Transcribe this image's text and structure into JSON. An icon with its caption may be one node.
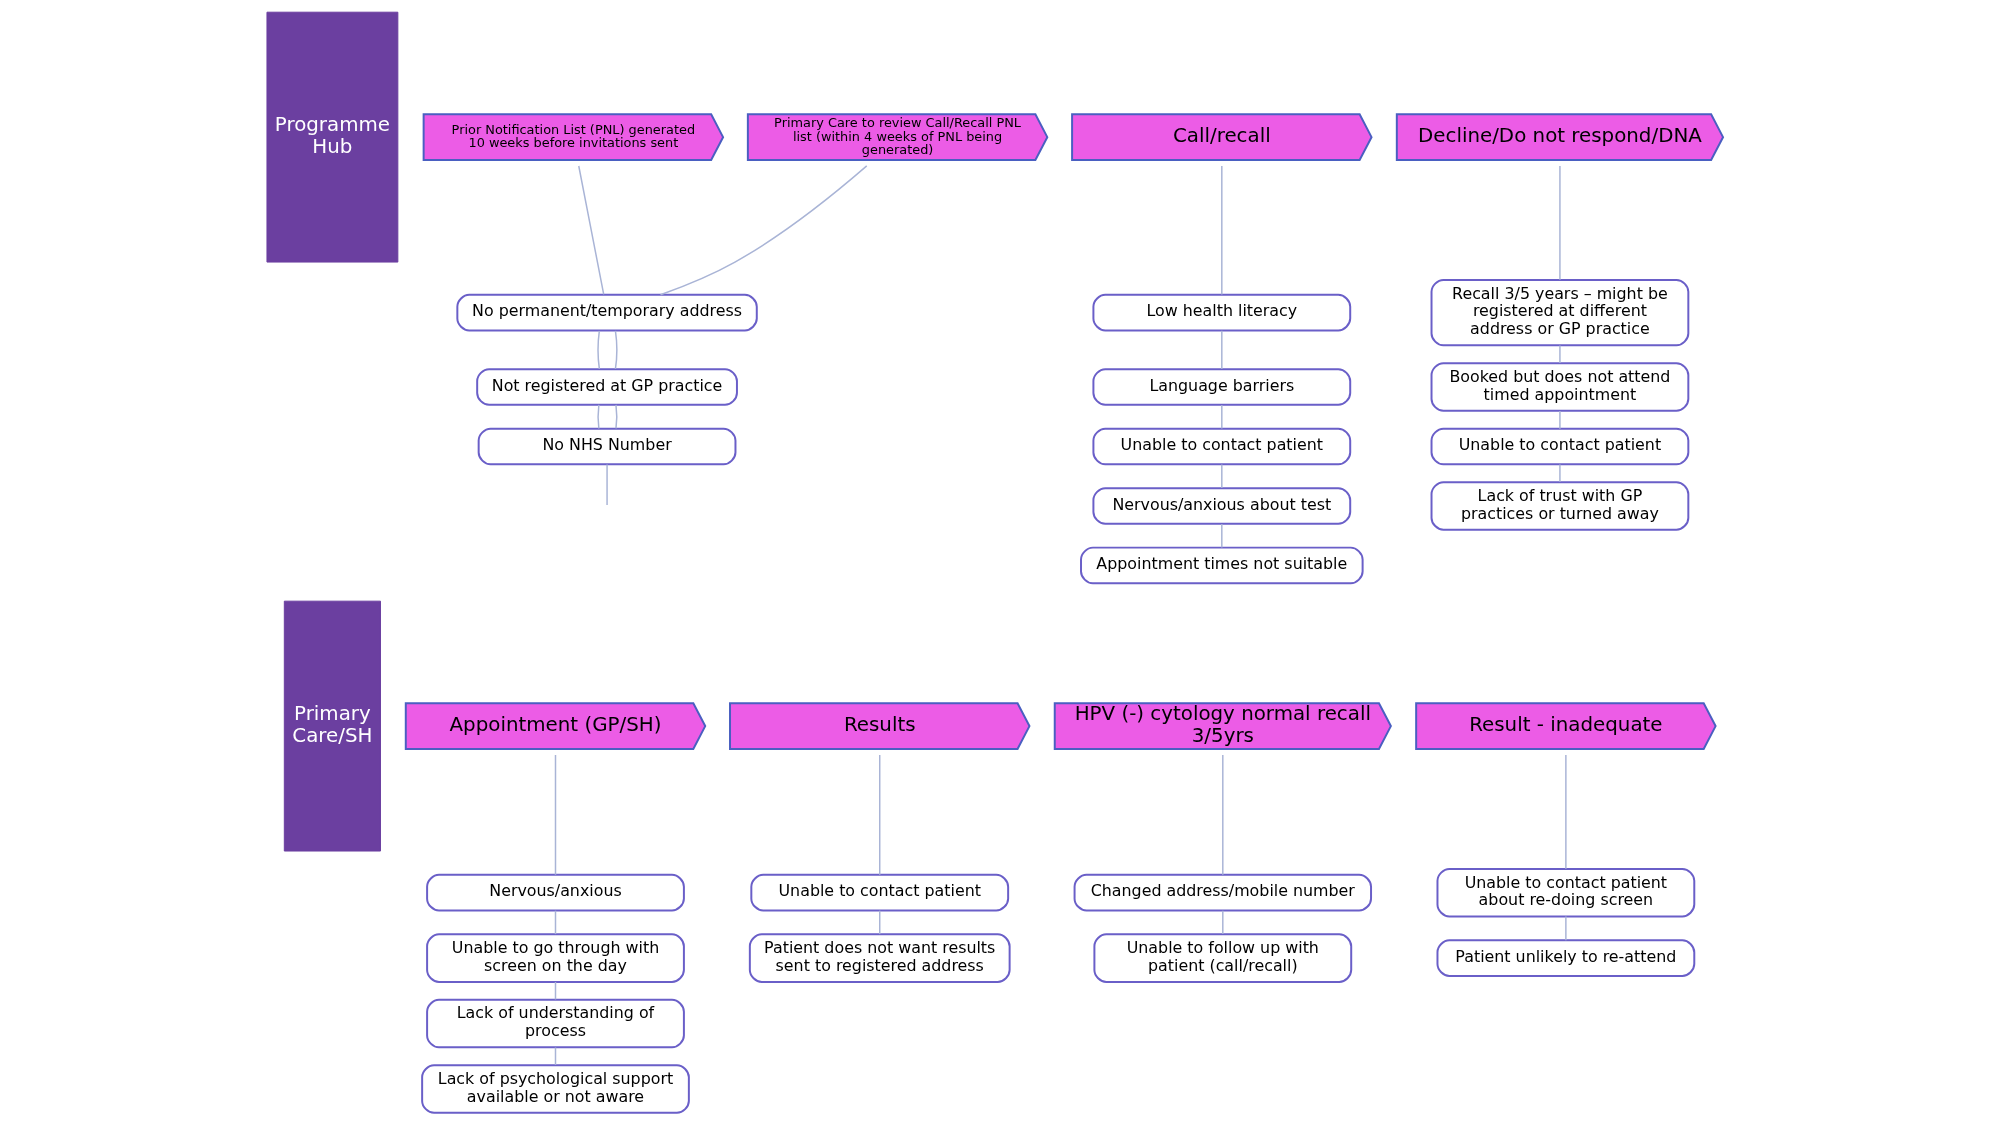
{
  "diagram": {
    "nodes": [
      {
        "text": [
          "Programme Hub"
        ]
      },
      {
        "text": [
          "Prior Notification List (PNL) generated 10 weeks before invitations sent"
        ]
      },
      {
        "text": [
          "Primary Care to review Call/Recall PNL list (within 4 weeks of PNL being generated)"
        ]
      },
      {
        "text": [
          "Call/recall"
        ]
      },
      {
        "text": [
          "Decline/Do not respond/DNA"
        ]
      },
      {
        "text": [
          "No permanent/temporary address"
        ]
      },
      {
        "text": [
          "Not registered at GP practice"
        ]
      },
      {
        "text": [
          "No NHS Number"
        ]
      },
      {
        "text": [
          "Low health literacy"
        ]
      },
      {
        "text": [
          "Language barriers"
        ]
      },
      {
        "text": [
          "Unable to contact patient"
        ]
      },
      {
        "text": [
          "Nervous/anxious about test"
        ]
      },
      {
        "text": [
          "Appointment times not suitable"
        ]
      },
      {
        "text": [
          "Recall 3/5 years – might be registered at different address or GP practice"
        ]
      },
      {
        "text": [
          "Booked but does not attend timed appointment"
        ]
      },
      {
        "text": [
          "Unable to contact patient"
        ]
      },
      {
        "text": [
          "Lack of trust with GP practices or turned away"
        ]
      },
      {
        "text": [
          "Primary Care/SH"
        ]
      },
      {
        "text": [
          "Appointment (GP/SH)"
        ]
      },
      {
        "text": [
          "Results"
        ]
      },
      {
        "text": [
          "HPV (-) cytology normal recall 3/5yrs"
        ]
      },
      {
        "text": [
          "Result - inadequate"
        ]
      },
      {
        "text": [
          "Nervous/anxious"
        ]
      },
      {
        "text": [
          "Unable to go through with screen on the day"
        ]
      },
      {
        "text": [
          "Lack of understanding of process"
        ]
      },
      {
        "text": [
          "Lack of psychological support available or not aware"
        ]
      },
      {
        "text": [
          "Unable to contact patient"
        ]
      },
      {
        "text": [
          "Patient does not want results sent to registered address"
        ]
      },
      {
        "text": [
          "Changed address/mobile number"
        ]
      },
      {
        "text": [
          "Unable to follow up with patient (call/recall)"
        ]
      },
      {
        "text": [
          "Unable to contact patient about re-doing screen"
        ]
      },
      {
        "text": [
          "Patient unlikely to re-attend"
        ]
      }
    ],
    "edges": [
      {
        "from": 1,
        "to": 5,
        "arrow": "none"
      },
      {
        "from": 2,
        "to": 5,
        "arrow": "none"
      },
      {
        "from": 5,
        "to": 6,
        "arrow": "none"
      },
      {
        "from": 5,
        "to": 6,
        "arrow": "none"
      },
      {
        "from": 6,
        "to": 7,
        "arrow": "none"
      },
      {
        "from": 6,
        "to": 7,
        "arrow": "none"
      },
      {
        "from": 7,
        "to": null,
        "arrow": "none"
      },
      {
        "from": 3,
        "to": 8,
        "arrow": "none"
      },
      {
        "from": 8,
        "to": 9,
        "arrow": "none"
      },
      {
        "from": 9,
        "to": 10,
        "arrow": "none"
      },
      {
        "from": 10,
        "to": 11,
        "arrow": "none"
      },
      {
        "from": 11,
        "to": 12,
        "arrow": "none"
      },
      {
        "from": 4,
        "to": 13,
        "arrow": "none"
      },
      {
        "from": 13,
        "to": 14,
        "arrow": "none"
      },
      {
        "from": 14,
        "to": 15,
        "arrow": "none"
      },
      {
        "from": 15,
        "to": 16,
        "arrow": "none"
      },
      {
        "from": 18,
        "to": 22,
        "arrow": "none"
      },
      {
        "from": 22,
        "to": 23,
        "arrow": "none"
      },
      {
        "from": 23,
        "to": 24,
        "arrow": "none"
      },
      {
        "from": 24,
        "to": 25,
        "arrow": "none"
      },
      {
        "from": 19,
        "to": 26,
        "arrow": "none"
      },
      {
        "from": 26,
        "to": 27,
        "arrow": "none"
      },
      {
        "from": 20,
        "to": 28,
        "arrow": "none"
      },
      {
        "from": 28,
        "to": 29,
        "arrow": "none"
      },
      {
        "from": 21,
        "to": 30,
        "arrow": "none"
      },
      {
        "from": 30,
        "to": 31,
        "arrow": "none"
      }
    ]
  }
}
